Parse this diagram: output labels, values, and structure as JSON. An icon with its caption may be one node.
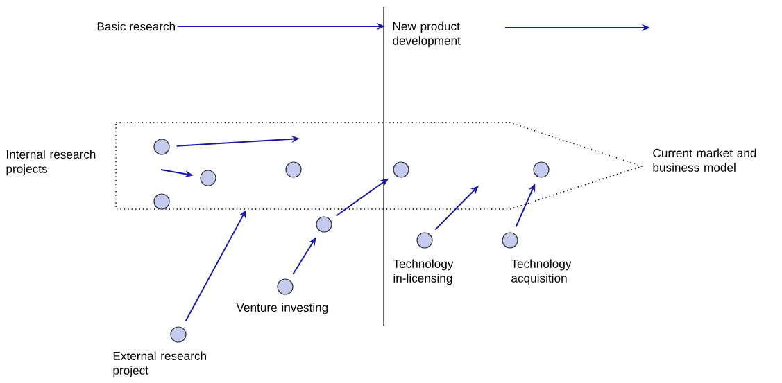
{
  "diagram": {
    "nodes": [
      {
        "text": [
          "Basic research"
        ]
      },
      {
        "text": [
          "New product development"
        ]
      },
      {
        "text": [],
        "shape": "funnel"
      },
      {
        "text": [],
        "shape": "circle",
        "in": 2
      },
      {
        "text": [],
        "shape": "circle",
        "in": 2
      },
      {
        "text": [],
        "shape": "circle",
        "in": 2
      },
      {
        "text": [],
        "shape": "circle",
        "in": 2
      },
      {
        "text": [],
        "shape": "circle",
        "in": 2
      },
      {
        "text": [],
        "shape": "circle",
        "in": 2
      },
      {
        "text": [],
        "shape": "circle"
      },
      {
        "text": [],
        "shape": "circle",
        "beside": [
          "Technology in-licensing"
        ]
      },
      {
        "text": [],
        "shape": "circle",
        "beside": [
          "Technology acquisition"
        ]
      },
      {
        "text": [],
        "shape": "circle",
        "beside": [
          "Venture investing"
        ]
      },
      {
        "text": [],
        "shape": "circle",
        "beside": [
          "External research project"
        ]
      }
    ],
    "edges": [
      {
        "from": 0,
        "to": 1,
        "arrow": "to"
      },
      {
        "from": 1,
        "to": null,
        "arrow": "to"
      },
      {
        "from": 3,
        "to": null,
        "arrow": "to"
      },
      {
        "from": null,
        "to": 7,
        "arrow": "to"
      },
      {
        "from": 13,
        "to": 2,
        "arrow": "to"
      },
      {
        "from": 12,
        "to": 9,
        "arrow": "to"
      },
      {
        "from": 9,
        "to": 5,
        "arrow": "to"
      },
      {
        "from": 10,
        "to": null,
        "arrow": "to"
      },
      {
        "from": 11,
        "to": 6,
        "arrow": "to"
      }
    ],
    "labels": [
      "Internal research projects",
      "Current market and business model"
    ]
  }
}
